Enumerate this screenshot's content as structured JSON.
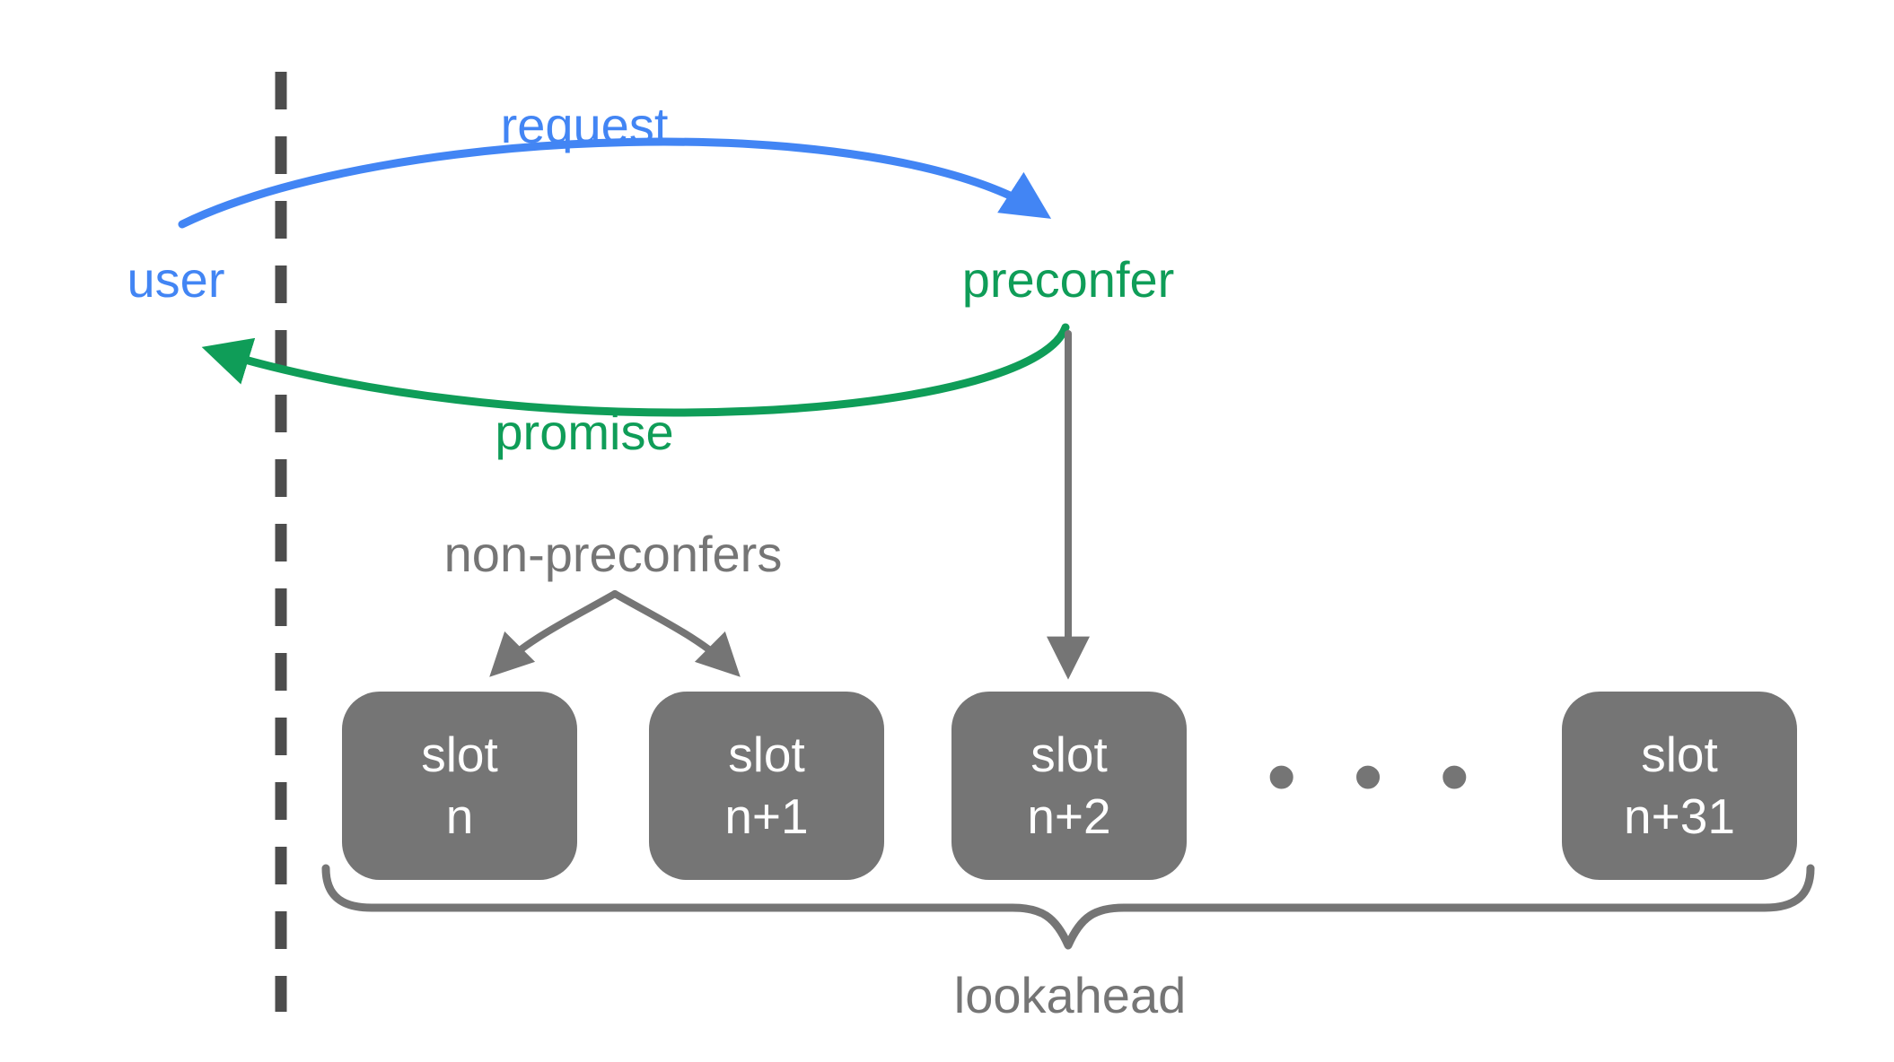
{
  "title": "preconfirmation request / promise lookahead diagram",
  "colors": {
    "request_blue": "#4285f4",
    "promise_green": "#0f9d58",
    "diagram_gray": "#757575",
    "dashed_line_gray": "#4d4d4d",
    "slot_background": "#757575",
    "slot_text": "#ffffff",
    "background": "#ffffff"
  },
  "labels": {
    "request": "request",
    "user": "user",
    "preconfer": "preconfer",
    "promise": "promise",
    "non_preconfers": "non-preconfers",
    "lookahead": "lookahead",
    "ellipsis": "• • •"
  },
  "slots": [
    {
      "line1": "slot",
      "line2": "n"
    },
    {
      "line1": "slot",
      "line2": "n+1"
    },
    {
      "line1": "slot",
      "line2": "n+2"
    },
    {
      "line1": "slot",
      "line2": "n+31"
    }
  ],
  "icons": [
    "dashed-epoch-boundary-line",
    "request-arrow",
    "promise-arrow",
    "preconfer-slot-arrow",
    "non-preconfers-fork-arrows",
    "lookahead-brace"
  ]
}
